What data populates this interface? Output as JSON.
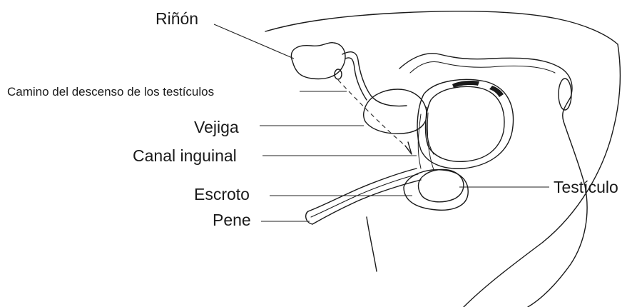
{
  "diagram": {
    "labels": {
      "rinon": "Riñón",
      "camino": "Camino del descenso de los testículos",
      "vejiga": "Vejiga",
      "canal": "Canal inguinal",
      "escroto": "Escroto",
      "pene": "Pene",
      "testiculo": "Testículo"
    }
  }
}
